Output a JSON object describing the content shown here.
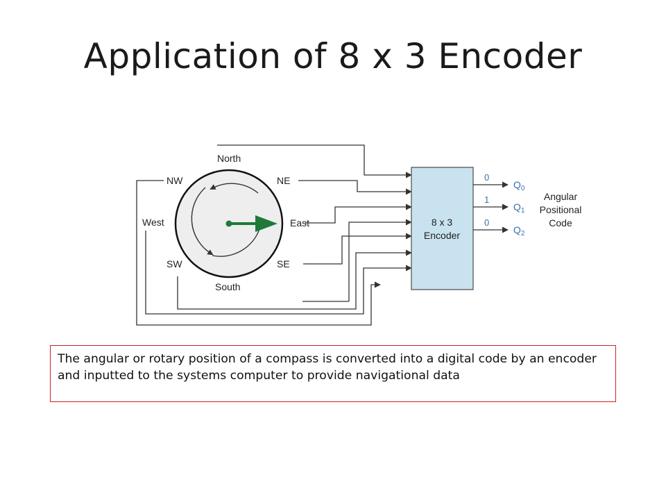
{
  "slide": {
    "title": "Application of 8 x 3 Encoder"
  },
  "compass": {
    "north": "North",
    "northeast": "NE",
    "east": "East",
    "southeast": "SE",
    "south": "South",
    "southwest": "SW",
    "west": "West",
    "northwest": "NW"
  },
  "encoder": {
    "line1": "8 x 3",
    "line2": "Encoder"
  },
  "outputs": [
    {
      "label": "Q",
      "subscript": "0",
      "bit": "0"
    },
    {
      "label": "Q",
      "subscript": "1",
      "bit": "1"
    },
    {
      "label": "Q",
      "subscript": "2",
      "bit": "0"
    }
  ],
  "output_caption": {
    "line1": "Angular",
    "line2": "Positional",
    "line3": "Code"
  },
  "caption": "The angular or rotary position of a compass is converted into a digital code by an encoder and inputted to the systems computer to provide navigational data",
  "colors": {
    "needle": "#1f7a3a",
    "encoder_fill": "#c9e2ef",
    "caption_border": "#cc2222"
  }
}
